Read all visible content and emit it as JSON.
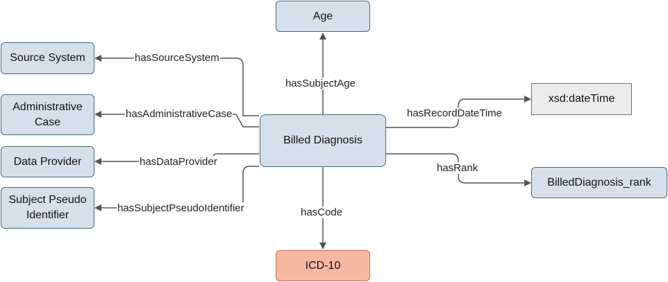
{
  "nodes": {
    "center": "Billed Diagnosis",
    "age": "Age",
    "source_system": "Source System",
    "administrative_case": "Administrative Case",
    "data_provider": "Data Provider",
    "subject_pseudo_identifier": "Subject Pseudo Identifier",
    "datetime": "xsd:dateTime",
    "rank": "BilledDiagnosis_rank",
    "code": "ICD-10"
  },
  "edges": {
    "has_subject_age": "hasSubjectAge",
    "has_source_system": "hasSourceSystem",
    "has_administrative_case": "hasAdministrativeCase",
    "has_data_provider": "hasDataProvider",
    "has_subject_pseudo_identifier": "hasSubjectPseudoIdentifier",
    "has_record_date_time": "hasRecordDateTime",
    "has_rank": "hasRank",
    "has_code": "hasCode"
  },
  "colors": {
    "class_fill": "#d6e0ea",
    "class_border": "#3b6a82",
    "literal_fill": "#ececec",
    "code_fill": "#f7b8a2",
    "edge": "#555555"
  }
}
